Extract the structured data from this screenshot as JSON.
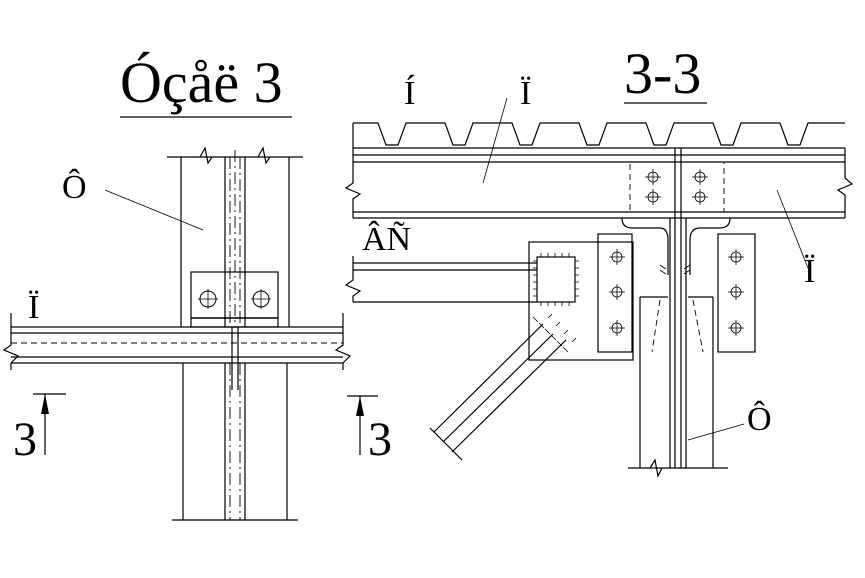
{
  "left_view": {
    "title": "Óçåë 3",
    "label_column": "Ô",
    "label_beam": "Ï",
    "section_mark_left": "3",
    "section_mark_right": "3"
  },
  "right_view": {
    "title": "3-3",
    "label_deck": "Í",
    "label_beam_top": "Ï",
    "label_beam_right": "Ï",
    "label_brace": "ÂÑ",
    "label_column": "Ô"
  }
}
